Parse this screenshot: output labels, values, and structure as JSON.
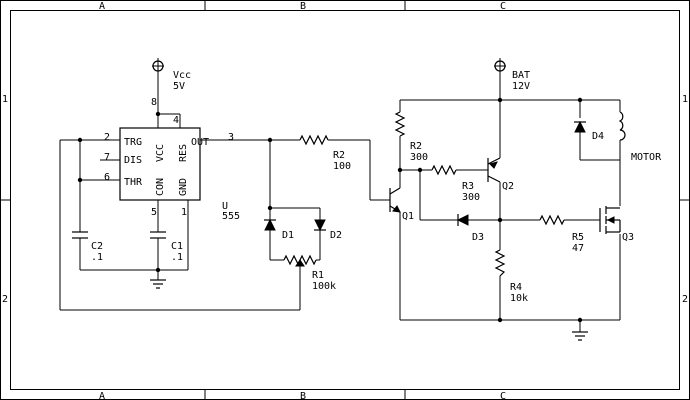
{
  "frame": {
    "columns": [
      "A",
      "B",
      "C"
    ],
    "rows": [
      "1",
      "2"
    ]
  },
  "ic": {
    "name": "U",
    "value": "555",
    "pins": {
      "trg": {
        "label": "TRG",
        "num": "2"
      },
      "dis": {
        "label": "DIS",
        "num": "7"
      },
      "thr": {
        "label": "THR",
        "num": "6"
      },
      "out": {
        "label": "OUT",
        "num": "3"
      },
      "vcc": {
        "label": "VCC",
        "num": "8"
      },
      "res": {
        "label": "RES",
        "num": "4"
      },
      "con": {
        "label": "CON",
        "num": "5"
      },
      "gnd": {
        "label": "GND",
        "num": "1"
      }
    }
  },
  "supplies": {
    "vcc": {
      "name": "Vcc",
      "value": "5V"
    },
    "bat": {
      "name": "BAT",
      "value": "12V"
    }
  },
  "components": {
    "c2": {
      "name": "C2",
      "value": ".1"
    },
    "c1": {
      "name": "C1",
      "value": ".1"
    },
    "d1": {
      "name": "D1"
    },
    "d2": {
      "name": "D2"
    },
    "r1": {
      "name": "R1",
      "value": "100k"
    },
    "r2a": {
      "name": "R2",
      "value": "100"
    },
    "r2b": {
      "name": "R2",
      "value": "300"
    },
    "r3": {
      "name": "R3",
      "value": "300"
    },
    "r4": {
      "name": "R4",
      "value": "10k"
    },
    "r5": {
      "name": "R5",
      "value": "47"
    },
    "q1": {
      "name": "Q1"
    },
    "q2": {
      "name": "Q2"
    },
    "q3": {
      "name": "Q3"
    },
    "d3": {
      "name": "D3"
    },
    "d4": {
      "name": "D4"
    },
    "motor": {
      "name": "MOTOR"
    }
  }
}
